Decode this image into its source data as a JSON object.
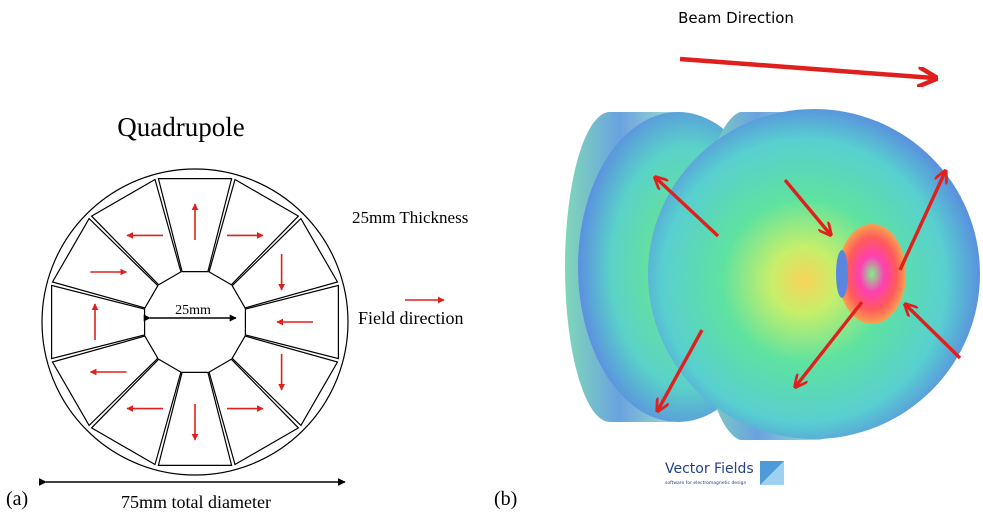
{
  "panel_a": {
    "label": "(a)",
    "title": "Quadrupole",
    "thickness_text": "25mm Thickness",
    "field_direction_text": "Field direction",
    "bore_text": "25mm",
    "diameter_text": "75mm total diameter",
    "segment_count": 12,
    "arrow_color": "#e0201c"
  },
  "panel_b": {
    "label": "(b)",
    "beam_direction_text": "Beam Direction",
    "logo_text": "Vector Fields",
    "logo_tagline": "software for electromagnetic design",
    "arrow_color": "#e0201c"
  }
}
